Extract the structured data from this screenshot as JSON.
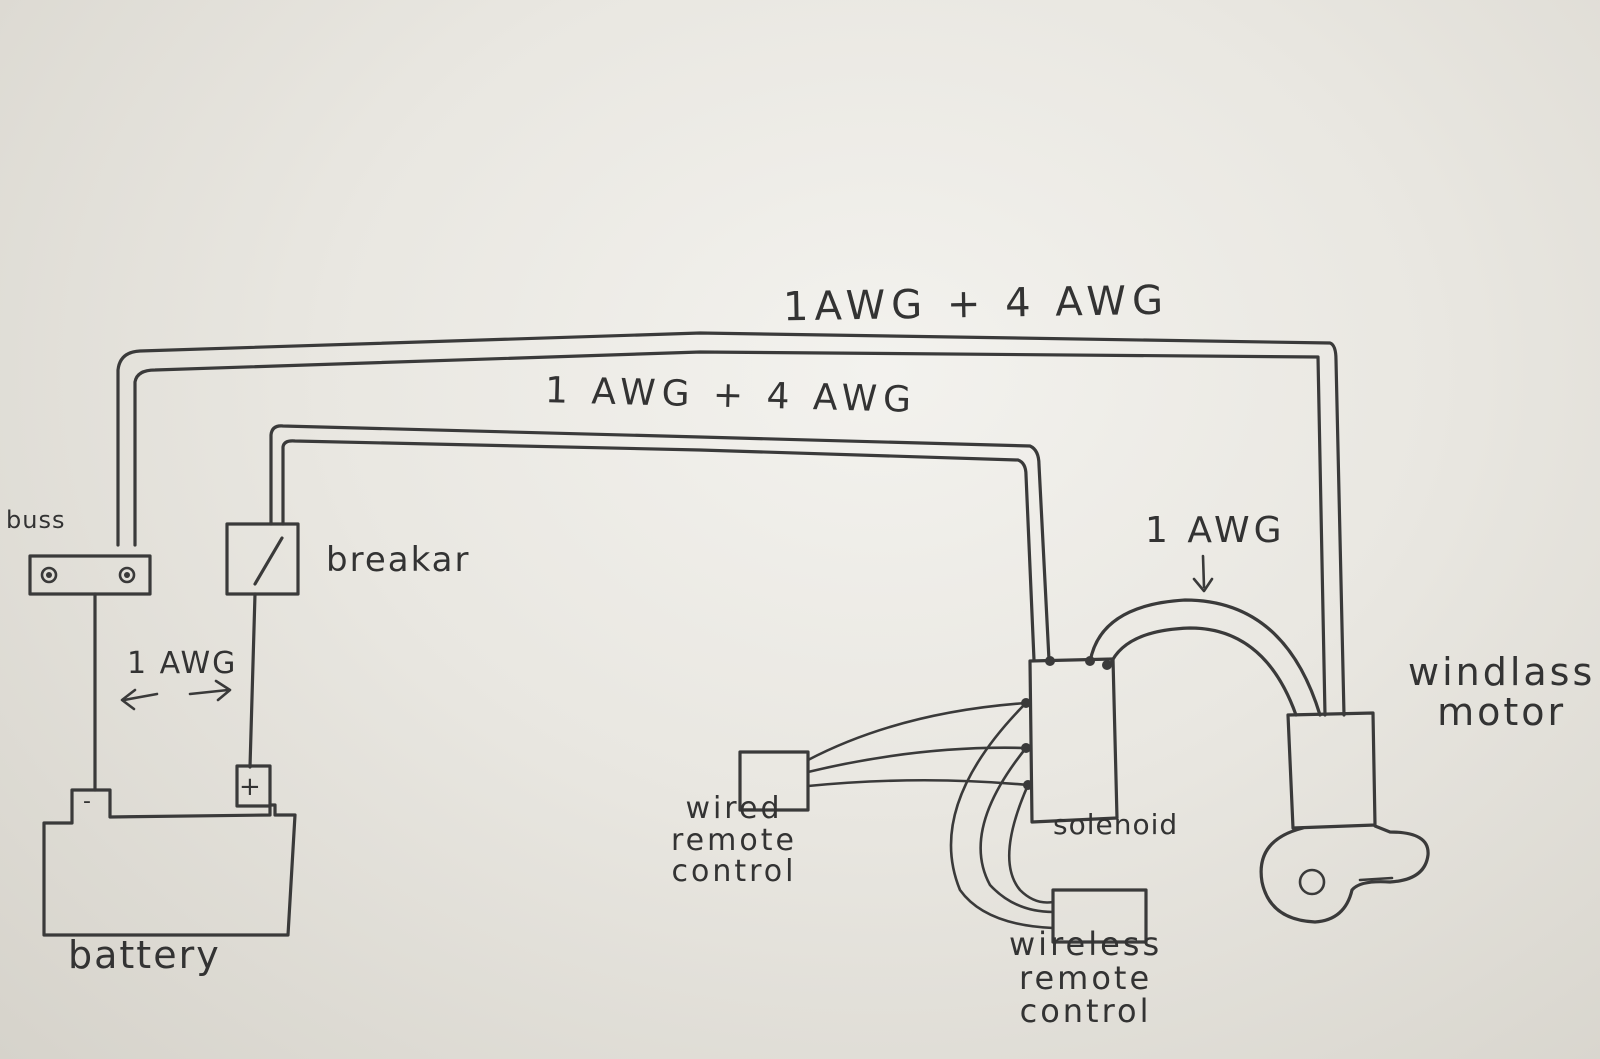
{
  "labels": {
    "wire_top": "1AWG + 4 AWG",
    "wire_middle": "1 AWG + 4 AWG",
    "wire_solenoid_motor": "1 AWG",
    "wire_battery": "1 AWG",
    "buss": "buss",
    "breaker": "breakar",
    "battery": "battery",
    "battery_minus": "-",
    "battery_plus": "+",
    "solenoid": "solenoid",
    "windlass_motor": [
      "windlass",
      "motor"
    ],
    "wired_remote": [
      "wired",
      "remote",
      "control"
    ],
    "wireless_remote": [
      "wireless",
      "remote",
      "control"
    ]
  },
  "colors": {
    "ink": "#3a3a3a",
    "paper": "#efeee9"
  }
}
